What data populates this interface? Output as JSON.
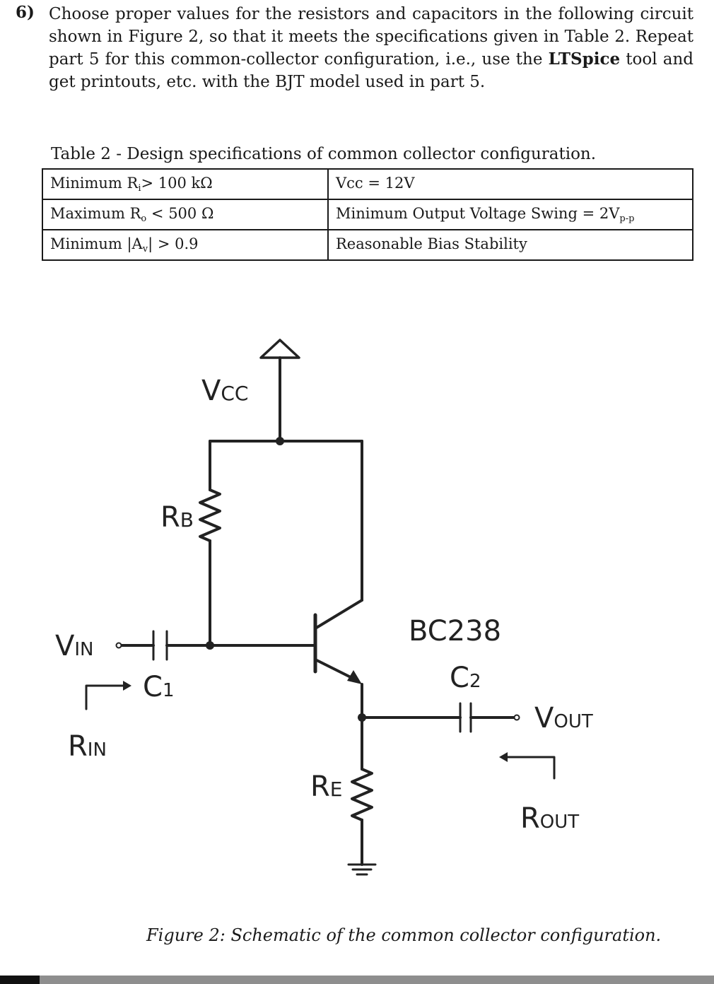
{
  "question": {
    "number": "6)",
    "text_before": "Choose proper values for the resistors and capacitors in the following circuit shown in Figure 2, so that it meets the specifications given in Table 2. Repeat part 5 for this common-collector configuration, i.e., use the ",
    "tool": "LTSpice",
    "text_after": " tool and get printouts, etc. with the BJT model used in part 5."
  },
  "table": {
    "caption": "Table 2 - Design specifications of common collector configuration.",
    "rows": [
      {
        "left_main": "Minimum R",
        "left_sub": "i",
        "left_rest": "> 100 kΩ",
        "right_main": "Vcc = 12V",
        "right_sub": ""
      },
      {
        "left_main": "Maximum R",
        "left_sub": "o",
        "left_rest": " < 500 Ω",
        "right_main": "Minimum Output Voltage Swing = 2V",
        "right_sub": "p-p"
      },
      {
        "left_main": "Minimum |A",
        "left_sub": "v",
        "left_rest": "| > 0.9",
        "right_main": "Reasonable Bias Stability",
        "right_sub": ""
      }
    ]
  },
  "schematic": {
    "vcc": {
      "main": "V",
      "sub": "CC"
    },
    "rb": {
      "main": "R",
      "sub": "B"
    },
    "re": {
      "main": "R",
      "sub": "E"
    },
    "transistor": "BC238",
    "c1": {
      "main": "C",
      "sub": "1"
    },
    "c2": {
      "main": "C",
      "sub": "2"
    },
    "vin": {
      "main": "V",
      "sub": "IN"
    },
    "vout": {
      "main": "V",
      "sub": "OUT"
    },
    "rin": {
      "main": "R",
      "sub": "IN"
    },
    "rout": {
      "main": "R",
      "sub": "OUT"
    }
  },
  "figure_caption": "Figure 2: Schematic of the common collector configuration."
}
